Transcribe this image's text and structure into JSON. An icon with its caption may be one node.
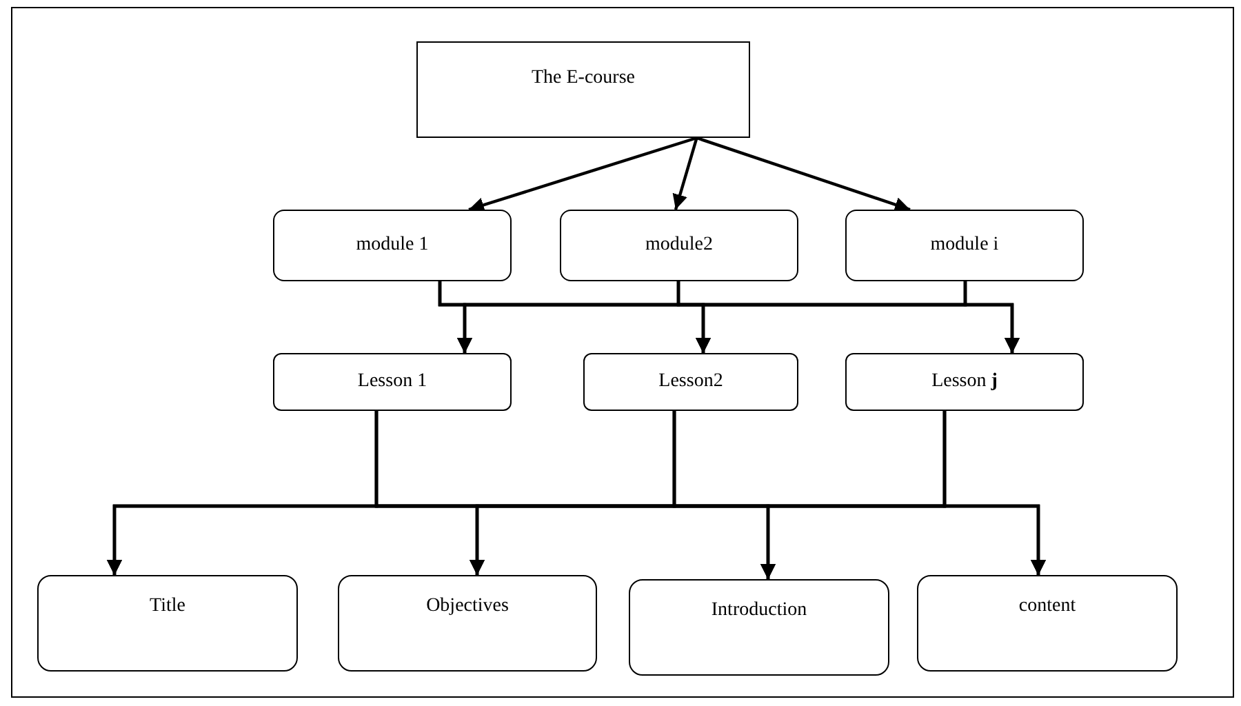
{
  "diagram": {
    "nodes": [
      {
        "text": [
          "The E-course"
        ]
      },
      {
        "text": [
          "module 1"
        ]
      },
      {
        "text": [
          "module2"
        ]
      },
      {
        "text": [
          "module i"
        ]
      },
      {
        "text": [
          "Lesson 1"
        ]
      },
      {
        "text": [
          "Lesson2"
        ]
      },
      {
        "text": [
          "Lesson **j**"
        ]
      },
      {
        "text": [
          "Title"
        ]
      },
      {
        "text": [
          "Objectives"
        ]
      },
      {
        "text": [
          "Introduction"
        ]
      },
      {
        "text": [
          "content"
        ]
      }
    ],
    "edges": [
      {
        "from": 0,
        "to": 1,
        "arrow": "to"
      },
      {
        "from": 0,
        "to": 2,
        "arrow": "to"
      },
      {
        "from": 0,
        "to": 3,
        "arrow": "to"
      },
      {
        "from": 1,
        "to": 4,
        "arrow": "to"
      },
      {
        "from": 1,
        "to": 5,
        "arrow": "to"
      },
      {
        "from": 1,
        "to": 6,
        "arrow": "to"
      },
      {
        "from": 2,
        "to": 4,
        "arrow": "to"
      },
      {
        "from": 2,
        "to": 5,
        "arrow": "to"
      },
      {
        "from": 2,
        "to": 6,
        "arrow": "to"
      },
      {
        "from": 3,
        "to": 4,
        "arrow": "to"
      },
      {
        "from": 3,
        "to": 5,
        "arrow": "to"
      },
      {
        "from": 3,
        "to": 6,
        "arrow": "to"
      },
      {
        "from": 4,
        "to": 7,
        "arrow": "to"
      },
      {
        "from": 4,
        "to": 8,
        "arrow": "to"
      },
      {
        "from": 4,
        "to": 9,
        "arrow": "to"
      },
      {
        "from": 4,
        "to": 10,
        "arrow": "to"
      },
      {
        "from": 5,
        "to": 7,
        "arrow": "to"
      },
      {
        "from": 5,
        "to": 8,
        "arrow": "to"
      },
      {
        "from": 5,
        "to": 9,
        "arrow": "to"
      },
      {
        "from": 5,
        "to": 10,
        "arrow": "to"
      },
      {
        "from": 6,
        "to": 7,
        "arrow": "to"
      },
      {
        "from": 6,
        "to": 8,
        "arrow": "to"
      },
      {
        "from": 6,
        "to": 9,
        "arrow": "to"
      },
      {
        "from": 6,
        "to": 10,
        "arrow": "to"
      }
    ]
  }
}
